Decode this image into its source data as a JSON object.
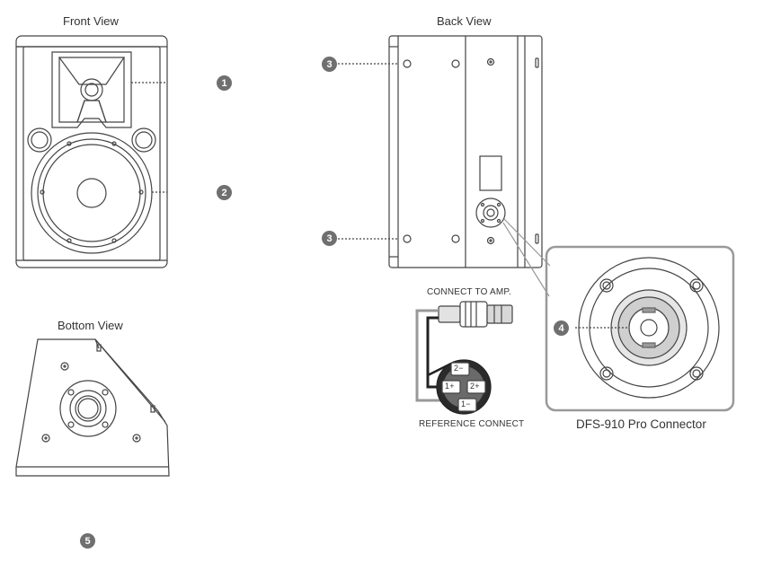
{
  "views": {
    "front": "Front View",
    "back": "Back View",
    "bottom": "Bottom View"
  },
  "callouts": {
    "c1": "1",
    "c2": "2",
    "c3_top": "3",
    "c3_bottom": "3",
    "c4": "4",
    "c5": "5"
  },
  "connect_to_amp": "CONNECT TO AMP.",
  "reference_connect": "REFERENCE CONNECT",
  "connector_caption": "DFS-910 Pro Connector",
  "pin_labels": {
    "p2m": "2−",
    "p1p": "1+",
    "p2p": "2+",
    "p1m": "1−"
  }
}
